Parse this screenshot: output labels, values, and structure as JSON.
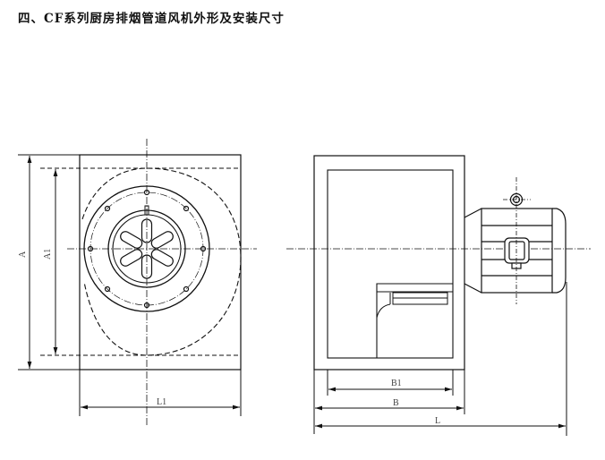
{
  "title": "四、CF系列厨房排烟管道风机外形及安装尺寸",
  "front_view": {
    "dim_A": "A",
    "dim_A1": "A1",
    "dim_L1": "L1"
  },
  "side_view": {
    "dim_B1": "B1",
    "dim_B": "B",
    "dim_L": "L"
  },
  "colors": {
    "line": "#111111",
    "background": "#ffffff"
  }
}
